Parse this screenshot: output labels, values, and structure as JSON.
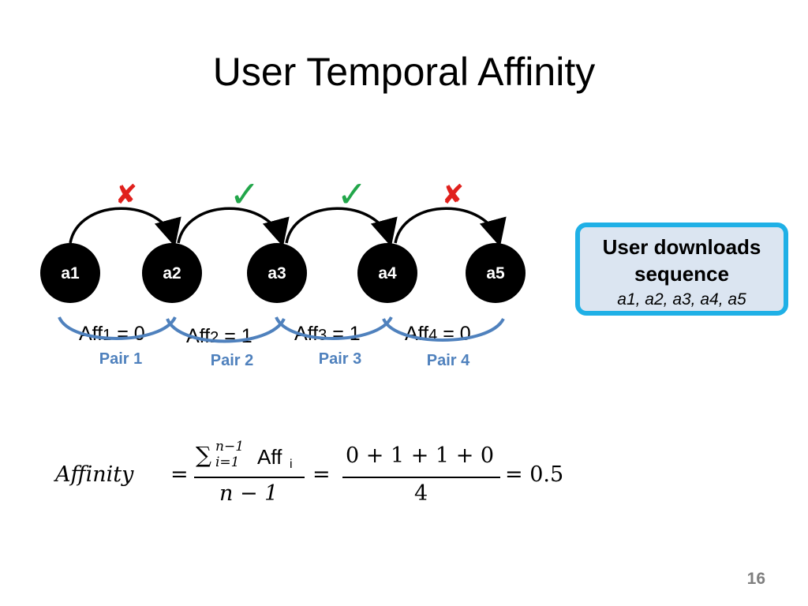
{
  "slide": {
    "title": "User Temporal Affinity",
    "page_number": "16"
  },
  "nodes": [
    "a1",
    "a2",
    "a3",
    "a4",
    "a5"
  ],
  "transitions": [
    {
      "mark": "✘",
      "status": "cross",
      "color": "#e0201c"
    },
    {
      "mark": "✓",
      "status": "check",
      "color": "#22a64a"
    },
    {
      "mark": "✓",
      "status": "check",
      "color": "#22a64a"
    },
    {
      "mark": "✘",
      "status": "cross",
      "color": "#e0201c"
    }
  ],
  "pairs": [
    {
      "aff_prefix": "Aff",
      "aff_index": "1",
      "aff_value": " = 0",
      "label": "Pair 1"
    },
    {
      "aff_prefix": "Aff",
      "aff_index": "2",
      "aff_value": " = 1",
      "label": "Pair 2"
    },
    {
      "aff_prefix": "Aff",
      "aff_index": "3",
      "aff_value": " = 1",
      "label": "Pair 3"
    },
    {
      "aff_prefix": "Aff",
      "aff_index": "4",
      "aff_value": " = 0",
      "label": "Pair 4"
    }
  ],
  "sequence_box": {
    "title": "User downloads sequence",
    "items": "a1, a2, a3, a4, a5"
  },
  "formula": {
    "lhs": "Affinity",
    "equals": "=",
    "sum_symbol": "∑",
    "sum_upper": "n−1",
    "sum_lower": "i=1",
    "sum_term": "Aff",
    "sum_term_index": "i",
    "denominator": "n − 1",
    "numerator2": "0 + 1 + 1 + 0",
    "denominator2": "4",
    "result": "= 0.5"
  },
  "colors": {
    "node_fill": "#000000",
    "pair_label": "#4f81bd",
    "brace": "#4f81bd",
    "box_border": "#1fb0e6",
    "box_fill": "#dbe5f1"
  }
}
